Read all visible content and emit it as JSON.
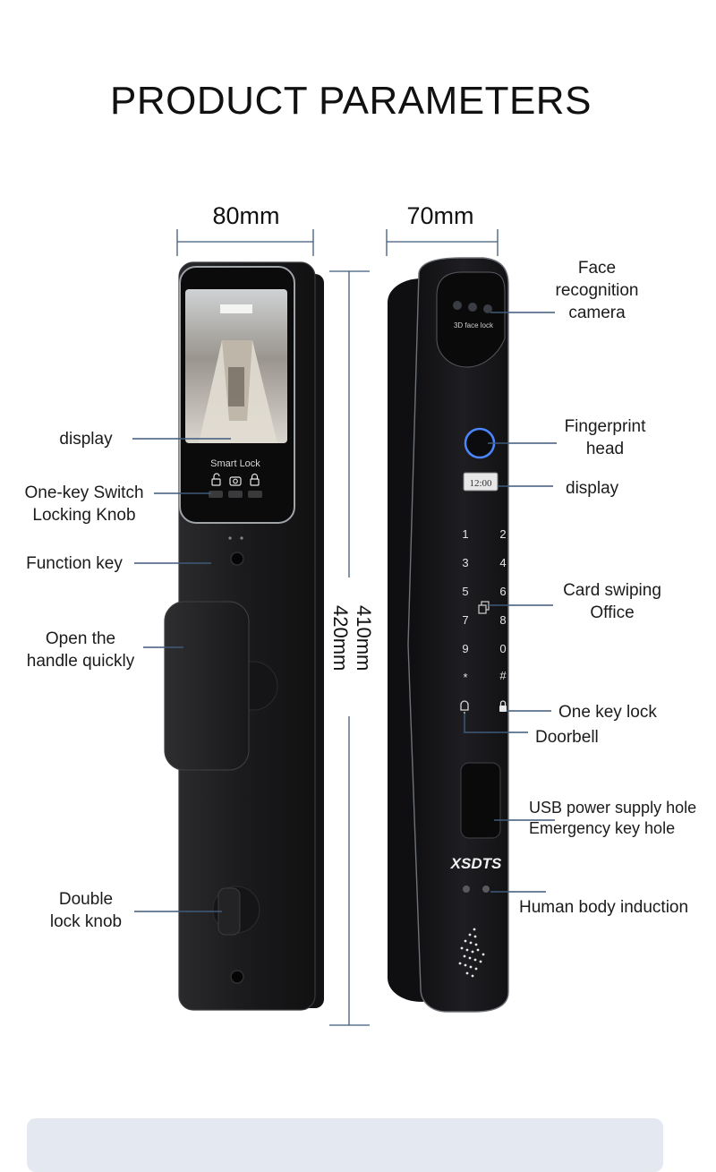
{
  "title": "PRODUCT PARAMETERS",
  "dimensions": {
    "width_front": "80mm",
    "width_side": "70mm",
    "height_a": "410mm",
    "height_b": "420mm"
  },
  "device_text": {
    "screen_caption": "Smart Lock",
    "face_module": "3D face lock",
    "small_display": "12:00",
    "brand": "XSDTS",
    "keypad": [
      "1",
      "2",
      "3",
      "4",
      "5",
      "6",
      "7",
      "8",
      "9",
      "0",
      "*",
      "#"
    ]
  },
  "labels": {
    "display_left": "display",
    "switch": [
      "One-key Switch",
      "Locking Knob"
    ],
    "function_key": "Function key",
    "handle": [
      "Open the",
      "handle quickly"
    ],
    "double_knob": [
      "Double",
      "lock knob"
    ],
    "face_camera": [
      "Face",
      "recognition",
      "camera"
    ],
    "fingerprint": [
      "Fingerprint",
      "head"
    ],
    "display_right": "display",
    "card": [
      "Card swiping",
      "Office"
    ],
    "one_key_lock": "One key lock",
    "doorbell": "Doorbell",
    "usb": [
      "USB power supply hole",
      "Emergency key hole"
    ],
    "human_body": "Human body induction"
  },
  "colors": {
    "leader_line": "#3f5a7a",
    "lock_body": "#1c1c1e",
    "panel": "#e4e9f1"
  }
}
